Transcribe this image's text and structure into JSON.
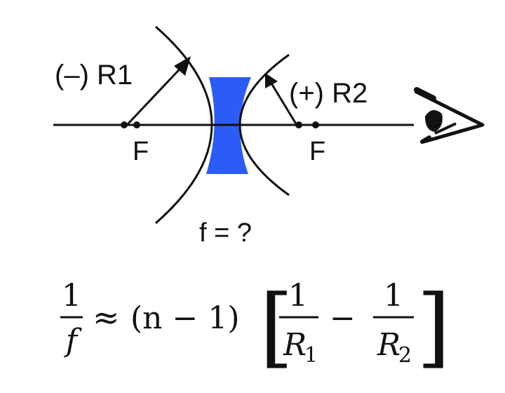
{
  "colors": {
    "lens_fill": "#2c5cf6",
    "ink": "#111111",
    "background": "#ffffff"
  },
  "labels": {
    "r1": "(–) R1",
    "r2": "(+) R2",
    "focus_left": "F",
    "focus_right": "F",
    "unknown": "f = ?"
  },
  "formula": {
    "lhs_numerator": "1",
    "lhs_denominator": "f",
    "approx": "≈",
    "factor": "(n − 1)",
    "left_bracket": "[",
    "right_bracket": "]",
    "t1_numerator": "1",
    "t1_denominator": "R",
    "t1_subscript": "1",
    "minus": "−",
    "t2_numerator": "1",
    "t2_denominator": "R",
    "t2_subscript": "2"
  },
  "icons": {
    "observer": "eye-icon",
    "lens": "biconcave-lens"
  }
}
